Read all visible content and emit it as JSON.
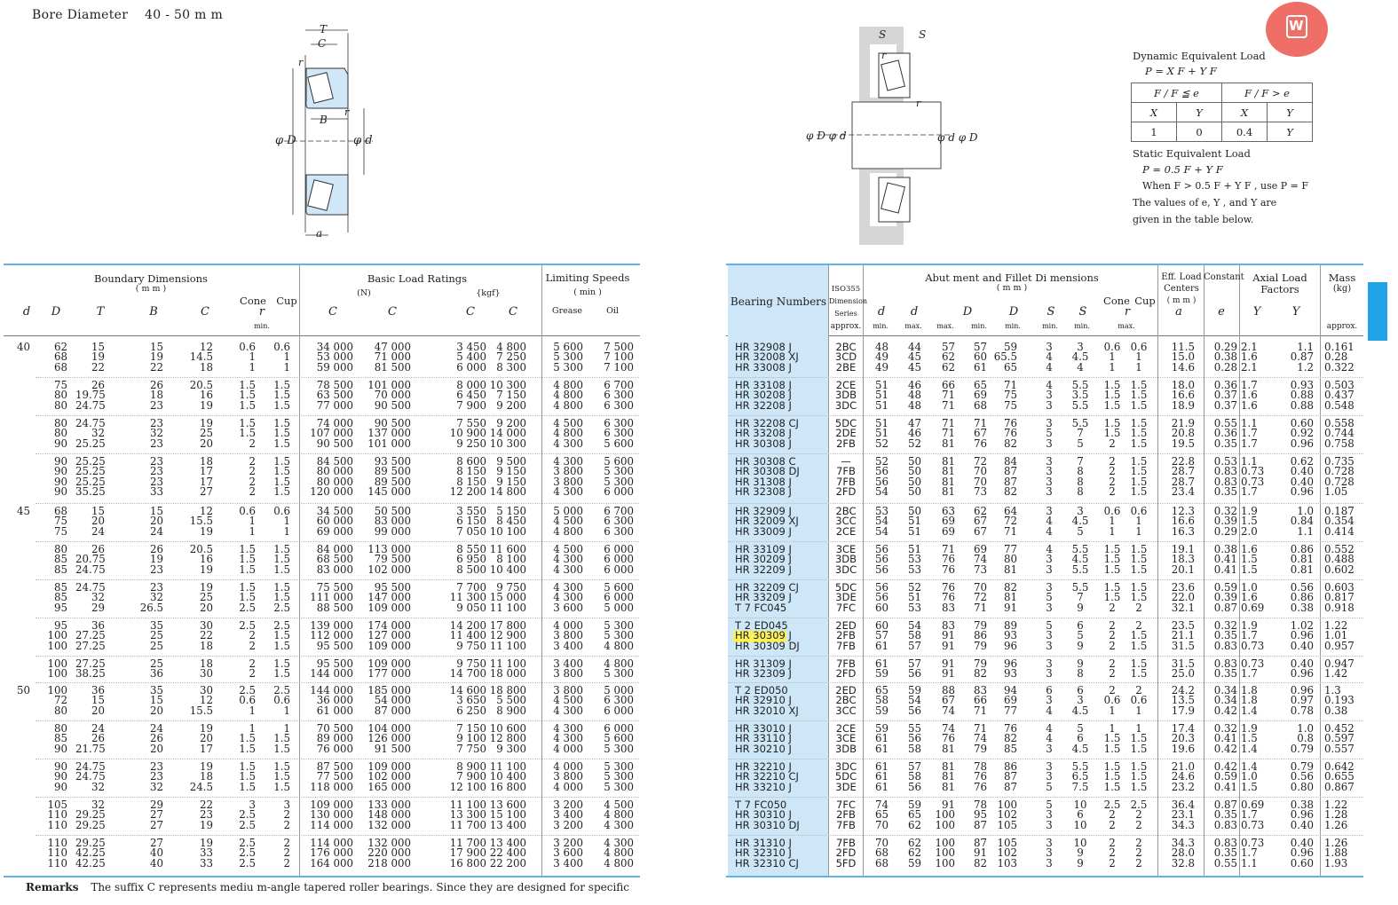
{
  "page": {
    "title": "Bore Diameter",
    "title_range": "40 - 50 m m",
    "remarks_label": "Remarks",
    "remarks_text": "The suffix C represents mediu m-angle tapered roller bearings. Since they are designed for specific"
  },
  "diagram_left": {
    "labels": {
      "T": "T",
      "C": "C",
      "r1": "r",
      "B": "B",
      "r2": "r",
      "D": "φ D",
      "d": "φ d",
      "a": "a"
    }
  },
  "diagram_right": {
    "labels": {
      "Sa": "S",
      "Sb": "S",
      "ra": "r",
      "ra2": "r",
      "Da_db": "φ D  φ d",
      "da_Db": "φ d  φ D"
    }
  },
  "formulas": {
    "dynamic_title": "Dynamic Equivalent Load",
    "dynamic_formula": "P = X F  + Y F",
    "cond1": "F / F ≦ e",
    "cond2": "F / F > e",
    "X": "X",
    "Y": "Y",
    "X2": "X",
    "Y2": "Y",
    "v1": "1",
    "v2": "0",
    "v3": "0.4",
    "v4": "Y",
    "static_title": "Static Equivalent Load",
    "static_formula": "P  = 0.5 F  + Y  F",
    "static_when": "When F  > 0.5 F  + Y  F , use P  = F",
    "note1": "The values of e, Y  , and Y  are",
    "note2": "given in the table below."
  },
  "headers": {
    "boundary": "Boundary Dimensions",
    "boundary_unit": "( m m )",
    "basic": "Basic Load Ratings",
    "n_unit": "(N)",
    "kgf_unit": "{kgf}",
    "limiting": "Limiting Speeds",
    "limiting_unit": "( min  )",
    "d": "d",
    "D": "D",
    "T": "T",
    "B": "B",
    "C": "C",
    "cone": "Cone",
    "cup": "Cup",
    "r": "r",
    "min": "min.",
    "Cr": "C",
    "Cor": "C",
    "Cr2": "C",
    "Cor2": "C",
    "grease": "Grease",
    "oil": "Oil",
    "bearing_numbers": "Bearing Numbers",
    "iso_1": "ISO355",
    "iso_2": "Dimension",
    "iso_3": "Series",
    "iso_4": "approx.",
    "abutment": "Abut ment and Fillet Di mensions",
    "abutment_unit": "( m m )",
    "da": "d",
    "db": "d",
    "Da": "D",
    "Db": "D",
    "Sa": "S",
    "Sb": "S",
    "cone2": "Cone",
    "cup2": "Cup",
    "ra": "r",
    "min1": "min.",
    "max1": "max.",
    "max2": "max.",
    "min2": "min.",
    "min3": "min.",
    "min4": "min.",
    "min5": "min.",
    "max3": "max.",
    "eff1": "Eff. Load",
    "eff2": "Centers",
    "eff3": "( m m )",
    "eff_a": "a",
    "constant": "Constant",
    "e": "e",
    "axial1": "Axial Load",
    "axial2": "Factors",
    "Y1": "Y",
    "Y0": "Y",
    "mass1": "Mass",
    "mass2": "(kg)",
    "mass3": "approx."
  },
  "columns": {
    "d": [
      "40",
      "",
      "",
      "",
      "",
      "",
      "",
      "",
      "",
      "",
      "",
      "",
      "",
      "",
      "",
      "",
      "",
      "45",
      "",
      "",
      "",
      "",
      "",
      "",
      "",
      "",
      "",
      "",
      "",
      "",
      "",
      "",
      "",
      "50",
      "",
      "",
      "",
      "",
      "",
      "",
      "",
      "",
      "",
      "",
      "",
      "",
      "",
      "",
      ""
    ],
    "D": [
      "62\n68\n68",
      "75\n80\n80",
      "80\n80\n90",
      "90\n90\n90\n90",
      "68\n75\n75",
      "80\n85\n85",
      "85\n85\n95",
      "95\n100\n100",
      "100\n100",
      "100\n72\n80",
      "80\n85\n90",
      "90\n90\n90",
      "105\n110\n110",
      "110\n110\n110"
    ],
    "T": [
      "15\n19\n22",
      "26\n19.75\n24.75",
      "24.75\n32\n25.25",
      "25.25\n25.25\n25.25\n35.25",
      "15\n20\n24",
      "26\n20.75\n24.75",
      "24.75\n32\n29",
      "36\n27.25\n27.25",
      "27.25\n38.25",
      "36\n15\n20",
      "24\n26\n21.75",
      "24.75\n24.75\n32",
      "32\n29.25\n29.25",
      "29.25\n42.25\n42.25"
    ],
    "B": [
      "15\n19\n22",
      "26\n18\n23",
      "23\n32\n23",
      "23\n23\n23\n33",
      "15\n20\n24",
      "26\n19\n23",
      "23\n32\n26.5",
      "35\n25\n25",
      "25\n36",
      "35\n15\n20",
      "24\n26\n20",
      "23\n23\n32",
      "29\n27\n27",
      "27\n40\n40"
    ],
    "C": [
      "12\n14.5\n18",
      "20.5\n16\n19",
      "19\n25\n20",
      "18\n17\n17\n27",
      "12\n15.5\n19",
      "20.5\n16\n19",
      "19\n25\n20",
      "30\n22\n18",
      "18\n30",
      "30\n12\n15.5",
      "19\n20\n17",
      "19\n18\n24.5",
      "22\n23\n19",
      "19\n33\n33"
    ],
    "rcone": [
      "0.6\n1\n1",
      "1.5\n1.5\n1.5",
      "1.5\n1.5\n2",
      "2\n2\n2\n2",
      "0.6\n1\n1",
      "1.5\n1.5\n1.5",
      "1.5\n1.5\n2.5",
      "2.5\n2\n2",
      "2\n2",
      "2.5\n0.6\n1",
      "1\n1.5\n1.5",
      "1.5\n1.5\n1.5",
      "3\n2.5\n2.5",
      "2.5\n2.5\n2.5"
    ],
    "rcup": [
      "0.6\n1\n1",
      "1.5\n1.5\n1.5",
      "1.5\n1.5\n1.5",
      "1.5\n1.5\n1.5\n1.5",
      "0.6\n1\n1",
      "1.5\n1.5\n1.5",
      "1.5\n1.5\n2.5",
      "2.5\n1.5\n1.5",
      "1.5\n1.5",
      "2.5\n0.6\n1",
      "1\n1.5\n1.5",
      "1.5\n1.5\n1.5",
      "3\n2\n2",
      "2\n2\n2"
    ],
    "Cr": [
      "34 000\n53 000\n59 000",
      "78 500\n63 500\n77 000",
      "74 000\n107 000\n90 500",
      "84 500\n80 000\n80 000\n120 000",
      "34 500\n60 000\n69 000",
      "84 000\n68 500\n83 000",
      "75 500\n111 000\n88 500",
      "139 000\n112 000\n95 500",
      "95 500\n144 000",
      "144 000\n36 000\n61 000",
      "70 500\n89 000\n76 000",
      "87 500\n77 500\n118 000",
      "109 000\n130 000\n114 000",
      "114 000\n176 000\n164 000"
    ],
    "Cor": [
      "47 000\n71 000\n81 500",
      "101 000\n70 000\n90 500",
      "90 500\n137 000\n101 000",
      "93 500\n89 500\n89 500\n145 000",
      "50 500\n83 000\n99 000",
      "113 000\n79 500\n102 000",
      "95 500\n147 000\n109 000",
      "174 000\n127 000\n109 000",
      "109 000\n177 000",
      "185 000\n54 000\n87 000",
      "104 000\n126 000\n91 500",
      "109 000\n102 000\n165 000",
      "133 000\n148 000\n132 000",
      "132 000\n220 000\n218 000"
    ],
    "Crk": [
      "3 450\n5 400\n6 000",
      "8 000\n6 450\n7 900",
      "7 550\n10 900\n9 250",
      "8 600\n8 150\n8 150\n12 200",
      "3 550\n6 150\n7 050",
      "8 550\n6 950\n8 500",
      "7 700\n11 300\n9 050",
      "14 200\n11 400\n9 750",
      "9 750\n14 700",
      "14 600\n3 650\n6 250",
      "7 150\n9 100\n7 750",
      "8 900\n7 900\n12 100",
      "11 100\n13 300\n11 700",
      "11 700\n17 900\n16 800"
    ],
    "Cork": [
      "4 800\n7 250\n8 300",
      "10 300\n7 150\n9 200",
      "9 200\n14 000\n10 300",
      "9 500\n9 150\n9 150\n14 800",
      "5 150\n8 450\n10 100",
      "11 600\n8 100\n10 400",
      "9 750\n15 000\n11 100",
      "17 800\n12 900\n11 100",
      "11 100\n18 000",
      "18 800\n5 500\n8 900",
      "10 600\n12 800\n9 300",
      "11 100\n10 400\n16 800",
      "13 600\n15 100\n13 400",
      "13 400\n22 400\n22 200"
    ],
    "grease": [
      "5 600\n5 300\n5 300",
      "4 800\n4 800\n4 800",
      "4 500\n4 800\n4 300",
      "4 300\n3 800\n3 800\n4 300",
      "5 000\n4 500\n4 800",
      "4 500\n4 300\n4 300",
      "4 300\n4 300\n3 600",
      "4 000\n3 800\n3 400",
      "3 400\n3 800",
      "3 800\n4 500\n4 300",
      "4 300\n4 300\n4 000",
      "4 000\n3 800\n4 000",
      "3 200\n3 400\n3 200",
      "3 200\n3 600\n3 400"
    ],
    "oil": [
      "7 500\n7 100\n7 100",
      "6 700\n6 300\n6 300",
      "6 300\n6 300\n5 600",
      "5 600\n5 300\n5 300\n6 000",
      "6 700\n6 300\n6 300",
      "6 000\n6 000\n6 000",
      "5 600\n6 000\n5 000",
      "5 300\n5 300\n4 800",
      "4 800\n5 300",
      "5 000\n6 300\n6 000",
      "6 000\n5 600\n5 300",
      "5 300\n5 300\n5 300",
      "4 500\n4 800\n4 300",
      "4 300\n4 800\n4 800"
    ],
    "bn": [
      "HR 32908 J\nHR 32008 XJ\nHR 33008 J",
      "HR 33108 J\nHR 30208 J\nHR 32208 J",
      "HR 32208 CJ\nHR 33208 J\nHR 30308 J",
      "HR 30308 C\nHR 30308 DJ\nHR 31308 J\nHR 32308 J",
      "HR 32909 J\nHR 32009 XJ\nHR 33009 J",
      "HR 33109 J\nHR 30209 J\nHR 32209 J",
      "HR 32209 CJ\nHR 33209 J\nT 7 FC045",
      "T 2 ED045\nHR 30309 J\nHR 30309 DJ",
      "HR 31309 J\nHR 32309 J",
      "T 2 ED050\nHR 32910 J\nHR 32010 XJ",
      "HR 33010 J\nHR 33110 J\nHR 30210 J",
      "HR 32210 J\nHR 32210 CJ\nHR 33210 J",
      "T 7 FC050\nHR 30310 J\nHR 30310 DJ",
      "HR 31310 J\nHR 32310 J\nHR 32310 CJ"
    ],
    "iso": [
      "2BC\n3CD\n2BE",
      "2CE\n3DB\n3DC",
      "5DC\n2DE\n2FB",
      "—\n7FB\n7FB\n2FD",
      "2BC\n3CC\n2CE",
      "3CE\n3DB\n3DC",
      "5DC\n3DE\n7FC",
      "2ED\n2FB\n7FB",
      "7FB\n2FD",
      "2ED\n2BC\n3CC",
      "2CE\n3CE\n3DB",
      "3DC\n5DC\n3DE",
      "7FC\n2FB\n7FB",
      "7FB\n2FD\n5FD"
    ],
    "da": [
      "48\n49\n49",
      "51\n51\n51",
      "51\n51\n52",
      "52\n56\n56\n54",
      "53\n54\n54",
      "56\n56\n56",
      "56\n56\n60",
      "60\n57\n61",
      "61\n59",
      "65\n58\n59",
      "59\n61\n61",
      "61\n61\n61",
      "74\n65\n70",
      "70\n68\n68"
    ],
    "db": [
      "44\n45\n45",
      "46\n48\n48",
      "47\n46\n52",
      "50\n50\n50\n50",
      "50\n51\n51",
      "51\n53\n53",
      "52\n51\n53",
      "54\n58\n57",
      "57\n56",
      "59\n54\n56",
      "55\n56\n58",
      "57\n58\n56",
      "59\n65\n62",
      "62\n62\n59"
    ],
    "Da": [
      "57\n62\n62",
      "66\n71\n71",
      "71\n71\n81",
      "81\n81\n81\n81",
      "63\n69\n69",
      "71\n76\n76",
      "76\n76\n83",
      "83\n91\n91",
      "91\n91",
      "88\n67\n74",
      "74\n76\n81",
      "81\n81\n81",
      "91\n100\n100",
      "100\n100\n100"
    ],
    "Dbmin": [
      "57\n60\n61",
      "65\n69\n68",
      "71\n67\n76",
      "72\n70\n70\n73",
      "62\n67\n67",
      "69\n74\n73",
      "70\n72\n71",
      "79\n86\n79",
      "79\n82",
      "83\n66\n71",
      "71\n74\n79",
      "78\n76\n76",
      "78\n95\n87",
      "87\n91\n82"
    ],
    "Db": [
      "59\n65.5\n65",
      "71\n75\n75",
      "76\n76\n82",
      "84\n87\n87\n82",
      "64\n72\n71",
      "77\n80\n81",
      "82\n81\n91",
      "89\n93\n96",
      "96\n93",
      "94\n69\n77",
      "76\n82\n85",
      "86\n87\n87",
      "100\n102\n105",
      "105\n102\n103"
    ],
    "Sa": [
      "3\n4\n4",
      "4\n3\n3",
      "3\n5\n3",
      "3\n3\n3\n3",
      "3\n4\n4",
      "4\n3\n3",
      "3\n5\n3",
      "5\n3\n3",
      "3\n3",
      "6\n3\n4",
      "4\n4\n3",
      "3\n3\n5",
      "5\n3\n3",
      "3\n3\n3"
    ],
    "Sb": [
      "3\n4.5\n4",
      "5.5\n3.5\n5.5",
      "5.5\n7\n5",
      "7\n8\n8\n8",
      "3\n4.5\n5",
      "5.5\n4.5\n5.5",
      "5.5\n7\n9",
      "6\n5\n9",
      "9\n8",
      "6\n3\n4.5",
      "5\n6\n4.5",
      "5.5\n6.5\n7.5",
      "10\n6\n10",
      "10\n9\n9"
    ],
    "racone": [
      "0.6\n1\n1",
      "1.5\n1.5\n1.5",
      "1.5\n1.5\n2",
      "2\n2\n2\n2",
      "0.6\n1\n1",
      "1.5\n1.5\n1.5",
      "1.5\n1.5\n2",
      "2\n2\n2",
      "2\n2",
      "2\n0.6\n1",
      "1\n1.5\n1.5",
      "1.5\n1.5\n1.5",
      "2.5\n2\n2",
      "2\n2\n2"
    ],
    "racup": [
      "0.6\n1\n1",
      "1.5\n1.5\n1.5",
      "1.5\n1.5\n1.5",
      "1.5\n1.5\n1.5\n1.5",
      "0.6\n1\n1",
      "1.5\n1.5\n1.5",
      "1.5\n1.5\n2",
      "2\n1.5\n1.5",
      "1.5\n1.5",
      "2\n0.6\n1",
      "1\n1.5\n1.5",
      "1.5\n1.5\n1.5",
      "2.5\n2\n2",
      "2\n2\n2"
    ],
    "a": [
      "11.5\n15.0\n14.6",
      "18.0\n16.6\n18.9",
      "21.9\n20.8\n19.5",
      "22.8\n28.7\n28.7\n23.4",
      "12.3\n16.6\n16.3",
      "19.1\n18.3\n20.1",
      "23.6\n22.0\n32.1",
      "23.5\n21.1\n31.5",
      "31.5\n25.0",
      "24.2\n13.5\n17.9",
      "17.4\n20.3\n19.6",
      "21.0\n24.6\n23.2",
      "36.4\n23.1\n34.3",
      "34.3\n28.0\n32.8"
    ],
    "e": [
      "0.29\n0.38\n0.28",
      "0.36\n0.37\n0.37",
      "0.55\n0.36\n0.35",
      "0.53\n0.83\n0.83\n0.35",
      "0.32\n0.39\n0.29",
      "0.38\n0.41\n0.41",
      "0.59\n0.39\n0.87",
      "0.32\n0.35\n0.83",
      "0.83\n0.35",
      "0.34\n0.34\n0.42",
      "0.32\n0.41\n0.42",
      "0.42\n0.59\n0.41",
      "0.87\n0.35\n0.83",
      "0.83\n0.35\n0.55"
    ],
    "Y1": [
      "2.1\n1.6\n2.1",
      "1.7\n1.6\n1.6",
      "1.1\n1.7\n1.7",
      "1.1\n0.73\n0.73\n1.7",
      "1.9\n1.5\n2.0",
      "1.6\n1.5\n1.5",
      "1.0\n1.6\n0.69",
      "1.9\n1.7\n0.73",
      "0.73\n1.7",
      "1.8\n1.8\n1.4",
      "1.9\n1.5\n1.4",
      "1.4\n1.0\n1.5",
      "0.69\n1.7\n0.73",
      "0.73\n1.7\n1.1"
    ],
    "Y0": [
      "1.1\n0.87\n1.2",
      "0.93\n0.88\n0.88",
      "0.60\n0.92\n0.96",
      "0.62\n0.40\n0.40\n0.96",
      "1.0\n0.84\n1.1",
      "0.86\n0.81\n0.81",
      "0.56\n0.86\n0.38",
      "1.02\n0.96\n0.40",
      "0.40\n0.96",
      "0.96\n0.97\n0.78",
      "1.0\n0.8\n0.79",
      "0.79\n0.56\n0.80",
      "0.38\n0.96\n0.40",
      "0.40\n0.96\n0.60"
    ],
    "mass": [
      "0.161\n0.28\n0.322",
      "0.503\n0.437\n0.548",
      "0.558\n0.744\n0.758",
      "0.735\n0.728\n0.728\n1.05",
      "0.187\n0.354\n0.414",
      "0.552\n0.488\n0.602",
      "0.603\n0.817\n0.918",
      "1.22\n1.01\n0.957",
      "0.947\n1.42",
      "1.3\n0.193\n0.38",
      "0.452\n0.597\n0.557",
      "0.642\n0.655\n0.867",
      "1.22\n1.28\n1.26",
      "1.26\n1.88\n1.93"
    ]
  },
  "d_values": {
    "g1": "40",
    "g2": "45",
    "g3": "50"
  },
  "app_icon": {
    "name": "app-badge",
    "color": "#ef6f68"
  },
  "accent_color": "#5fb3e6",
  "bn_bg_color": "#cde7f8",
  "highlight_color": "#fbf25a"
}
